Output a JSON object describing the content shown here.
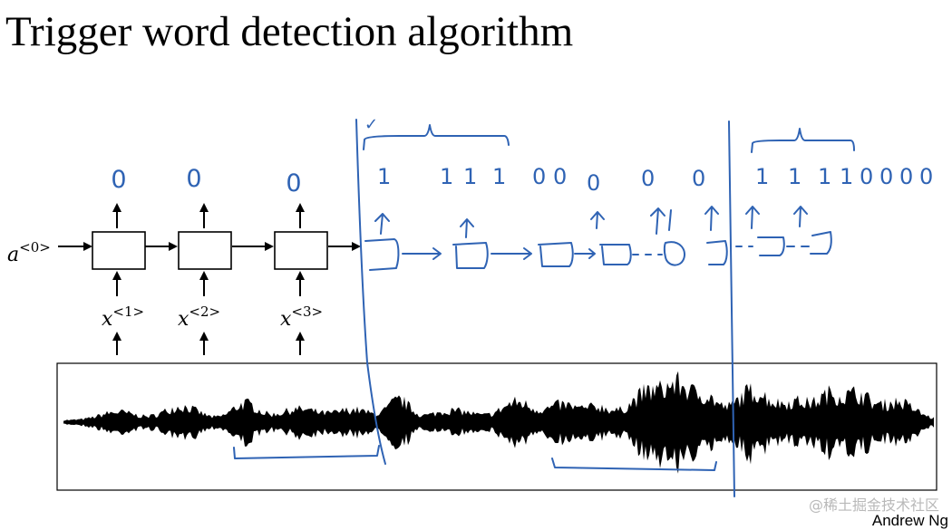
{
  "slide": {
    "title": "Trigger word detection algorithm",
    "author": "Andrew Ng",
    "watermark": "@稀土掘金技术社区"
  },
  "network": {
    "initial_activation": {
      "symbol": "a",
      "superscript": "<0>"
    },
    "inputs": [
      {
        "symbol": "x",
        "superscript": "<1>"
      },
      {
        "symbol": "x",
        "superscript": "<2>"
      },
      {
        "symbol": "x",
        "superscript": "<3>"
      }
    ],
    "outputs": [
      "0",
      "0",
      "0"
    ]
  },
  "annotations": {
    "trigger_mark": "✓",
    "handwritten_labels": [
      "1",
      "1",
      "1",
      "1",
      "0",
      "0",
      "0",
      "0",
      "0",
      "1",
      "1",
      "1",
      "1",
      "0",
      "0",
      "0",
      "0"
    ]
  },
  "colors": {
    "ink": "#2f63b4",
    "diagram": "#000000",
    "background": "#ffffff"
  }
}
